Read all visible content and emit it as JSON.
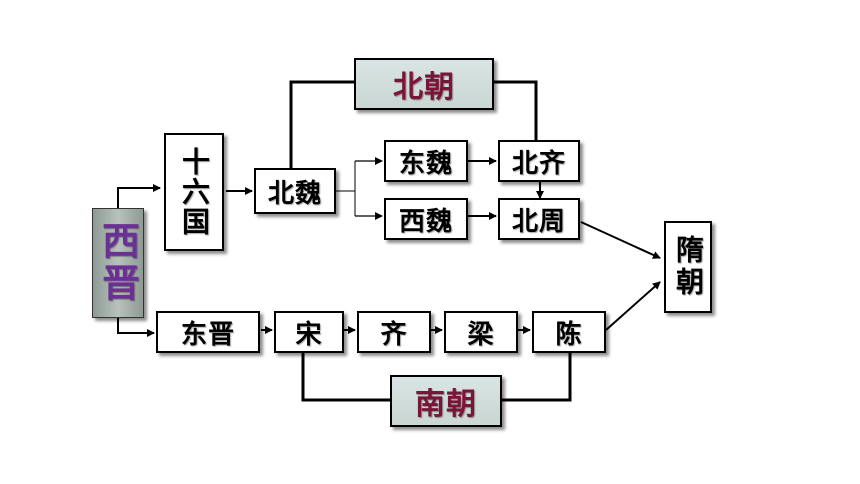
{
  "nodes": {
    "xijin": "西晋",
    "shiliuguo": "十六国",
    "beiwei": "北魏",
    "dongwei": "东魏",
    "xiwei": "西魏",
    "beiqi": "北齐",
    "beizhou": "北周",
    "suichao": "隋朝",
    "dongjin": "东晋",
    "song": "宋",
    "qi": "齐",
    "liang": "梁",
    "chen": "陈"
  },
  "groups": {
    "north_label": "北朝",
    "south_label": "南朝"
  },
  "colors": {
    "group_label_text": "#7a1538",
    "xijin_text": "#6b2f96",
    "group_label_bg": "#d4dfdc",
    "xijin_bg": "#a4ada8"
  }
}
